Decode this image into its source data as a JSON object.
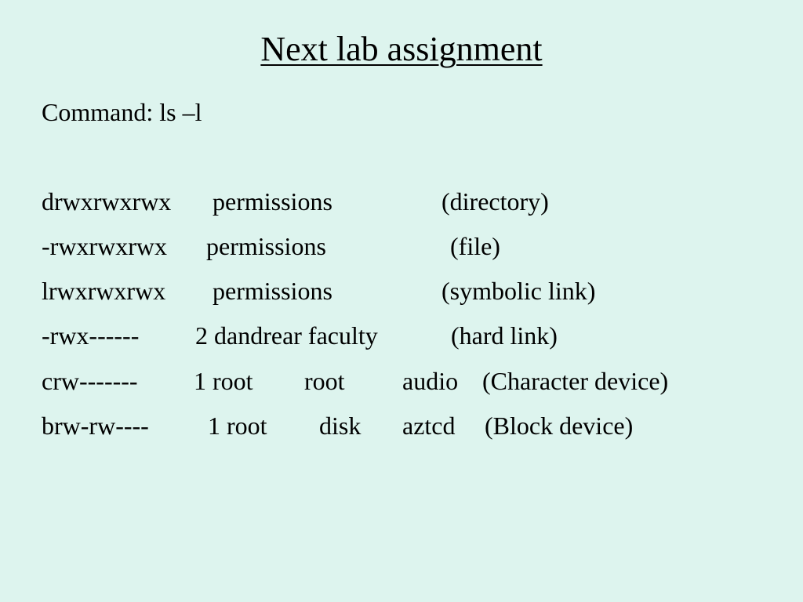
{
  "title": "Next lab assignment",
  "command_line": "Command: ls –l",
  "rows": [
    {
      "perm": "drwxrwxrwx",
      "c1": "permissions",
      "c2": "",
      "c3": "",
      "note": "(directory)"
    },
    {
      "perm": "-rwxrwxrwx",
      "c1": "permissions",
      "c2": "",
      "c3": "",
      "note": "(file)"
    },
    {
      "perm": "lrwxrwxrwx",
      "c1": "permissions",
      "c2": "",
      "c3": "",
      "note": "(symbolic link)"
    },
    {
      "perm": "-rwx------",
      "c1": "2 dandrear faculty",
      "c2": "",
      "c3": "",
      "note": "(hard link)"
    },
    {
      "perm": "crw-------",
      "c1": "1 root",
      "c2": "root",
      "c3": "audio",
      "note": "(Character device)"
    },
    {
      "perm": "brw-rw----",
      "c1": "1 root",
      "c2": "disk",
      "c3": "aztcd",
      "note": "(Block device)"
    }
  ]
}
